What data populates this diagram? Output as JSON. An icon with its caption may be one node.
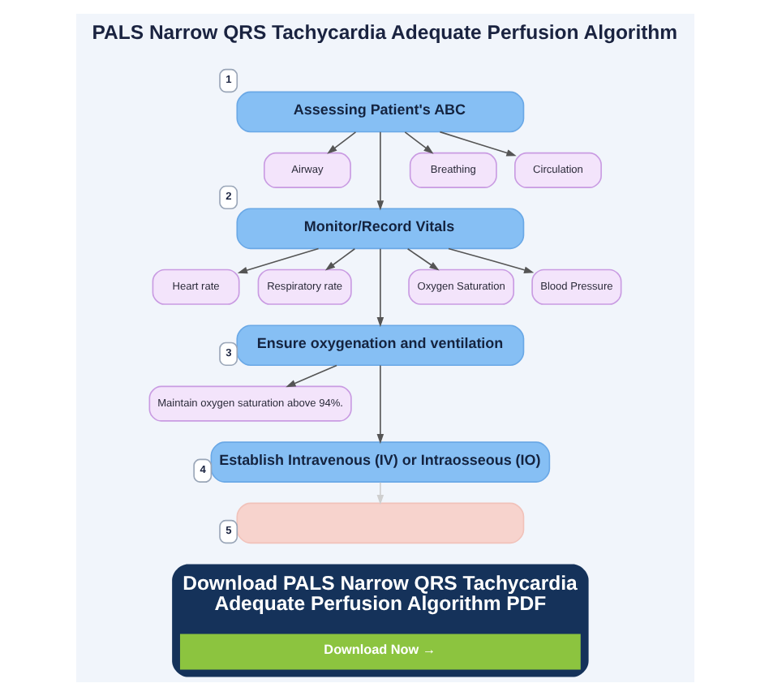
{
  "diagram": {
    "title": "PALS Narrow QRS Tachycardia Adequate Perfusion Algorithm",
    "nodes": [
      {
        "text": [
          "Assessing Patient's ABC"
        ],
        "beside": [
          "1"
        ]
      },
      {
        "text": [
          "Airway"
        ]
      },
      {
        "text": [
          "Breathing"
        ]
      },
      {
        "text": [
          "Circulation"
        ]
      },
      {
        "text": [
          "Monitor/Record Vitals"
        ],
        "beside": [
          "2"
        ]
      },
      {
        "text": [
          "Heart rate"
        ]
      },
      {
        "text": [
          "Respiratory rate"
        ]
      },
      {
        "text": [
          "Oxygen Saturation"
        ]
      },
      {
        "text": [
          "Blood Pressure"
        ]
      },
      {
        "text": [
          "Ensure oxygenation and ventilation"
        ],
        "beside": [
          "3"
        ]
      },
      {
        "text": [
          "Maintain oxygen saturation above 94%."
        ]
      },
      {
        "text": [
          "Establish Intravenous (IV) or Intraosseous (IO)"
        ],
        "beside": [
          "4"
        ]
      },
      {
        "text": [],
        "shape": "box",
        "beside": [
          "5"
        ]
      }
    ],
    "edges": [
      {
        "from": 0,
        "to": 1,
        "arrow": "to"
      },
      {
        "from": 0,
        "to": 4,
        "arrow": "to"
      },
      {
        "from": 0,
        "to": 2,
        "arrow": "to"
      },
      {
        "from": 0,
        "to": 3,
        "arrow": "to"
      },
      {
        "from": 4,
        "to": 5,
        "arrow": "to"
      },
      {
        "from": 4,
        "to": 6,
        "arrow": "to"
      },
      {
        "from": 4,
        "to": 9,
        "arrow": "to"
      },
      {
        "from": 4,
        "to": 7,
        "arrow": "to"
      },
      {
        "from": 4,
        "to": 8,
        "arrow": "to"
      },
      {
        "from": 9,
        "to": 10,
        "arrow": "to"
      },
      {
        "from": 9,
        "to": 11,
        "arrow": "to"
      },
      {
        "from": 11,
        "to": 12,
        "arrow": "to",
        "color": "#cfcfcf"
      }
    ],
    "labels": [
      "Download PALS Narrow QRS Tachycardia Adequate Perfusion Algorithm PDF",
      "Download Now →"
    ]
  }
}
